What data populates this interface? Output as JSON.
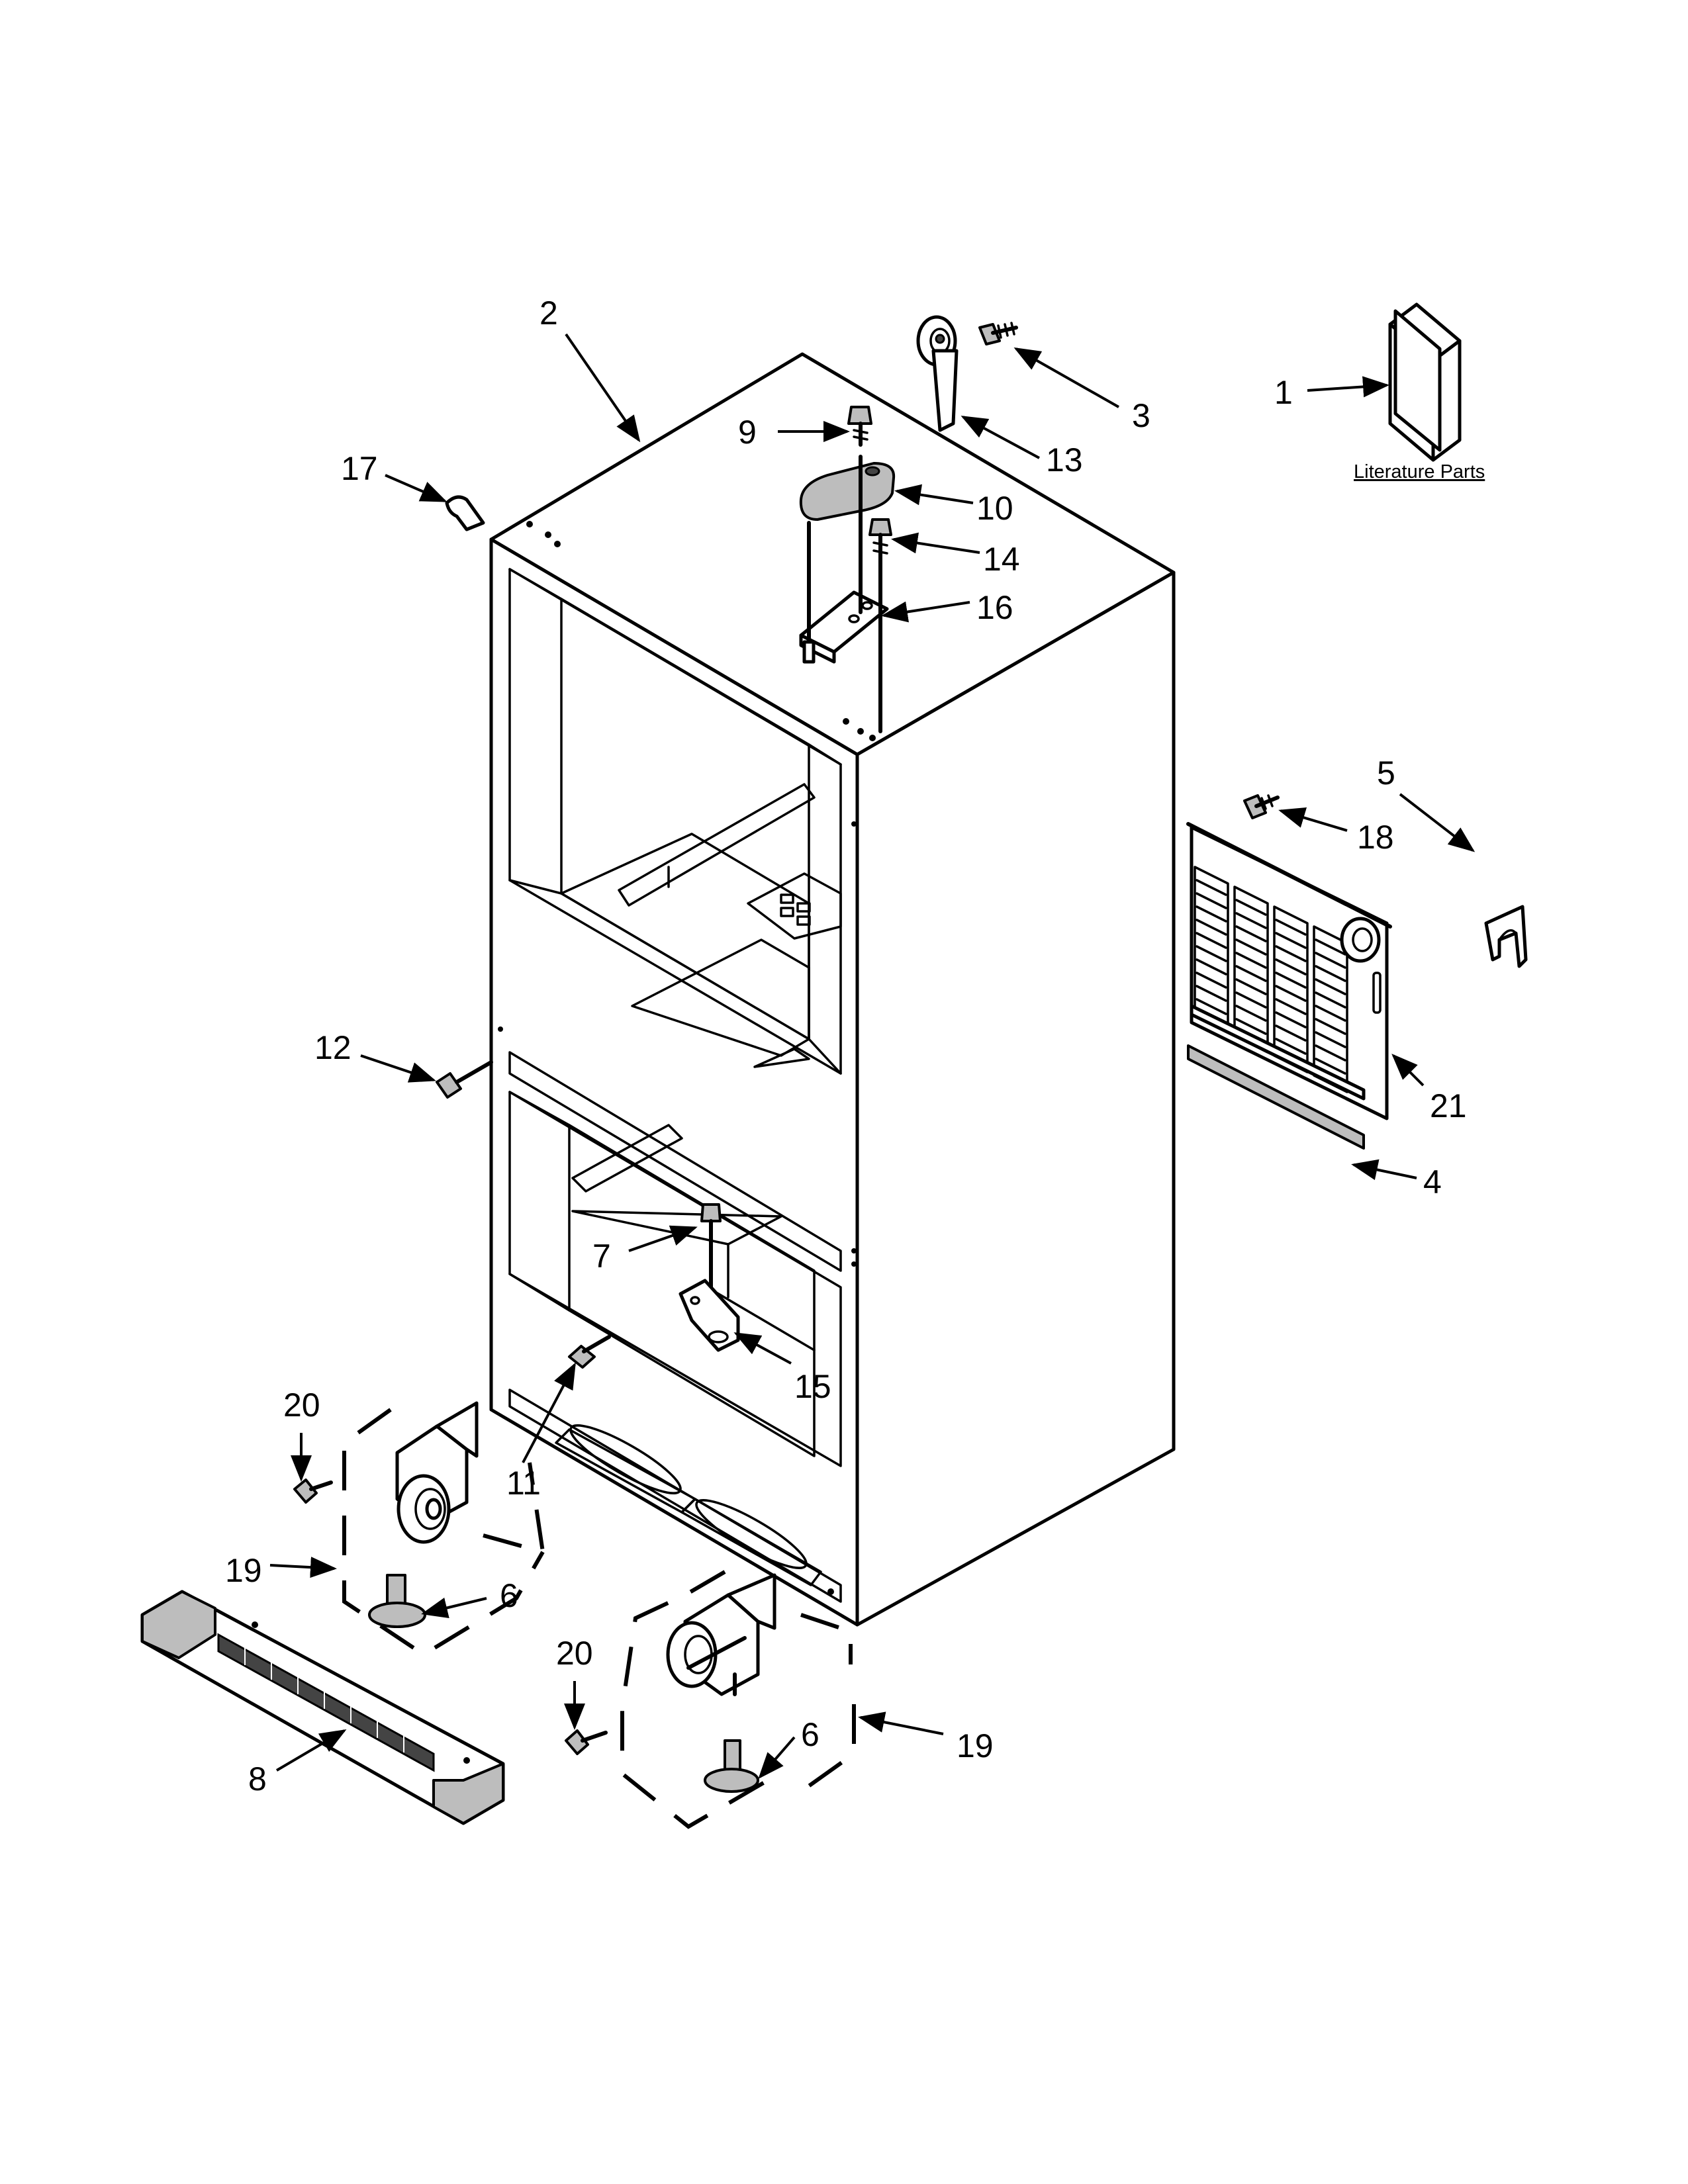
{
  "diagram": {
    "literature_caption": "Literature Parts",
    "callouts": [
      "1",
      "2",
      "3",
      "4",
      "5",
      "6",
      "6",
      "7",
      "8",
      "9",
      "10",
      "11",
      "12",
      "13",
      "14",
      "15",
      "16",
      "17",
      "18",
      "19",
      "19",
      "20",
      "20",
      "21"
    ]
  }
}
